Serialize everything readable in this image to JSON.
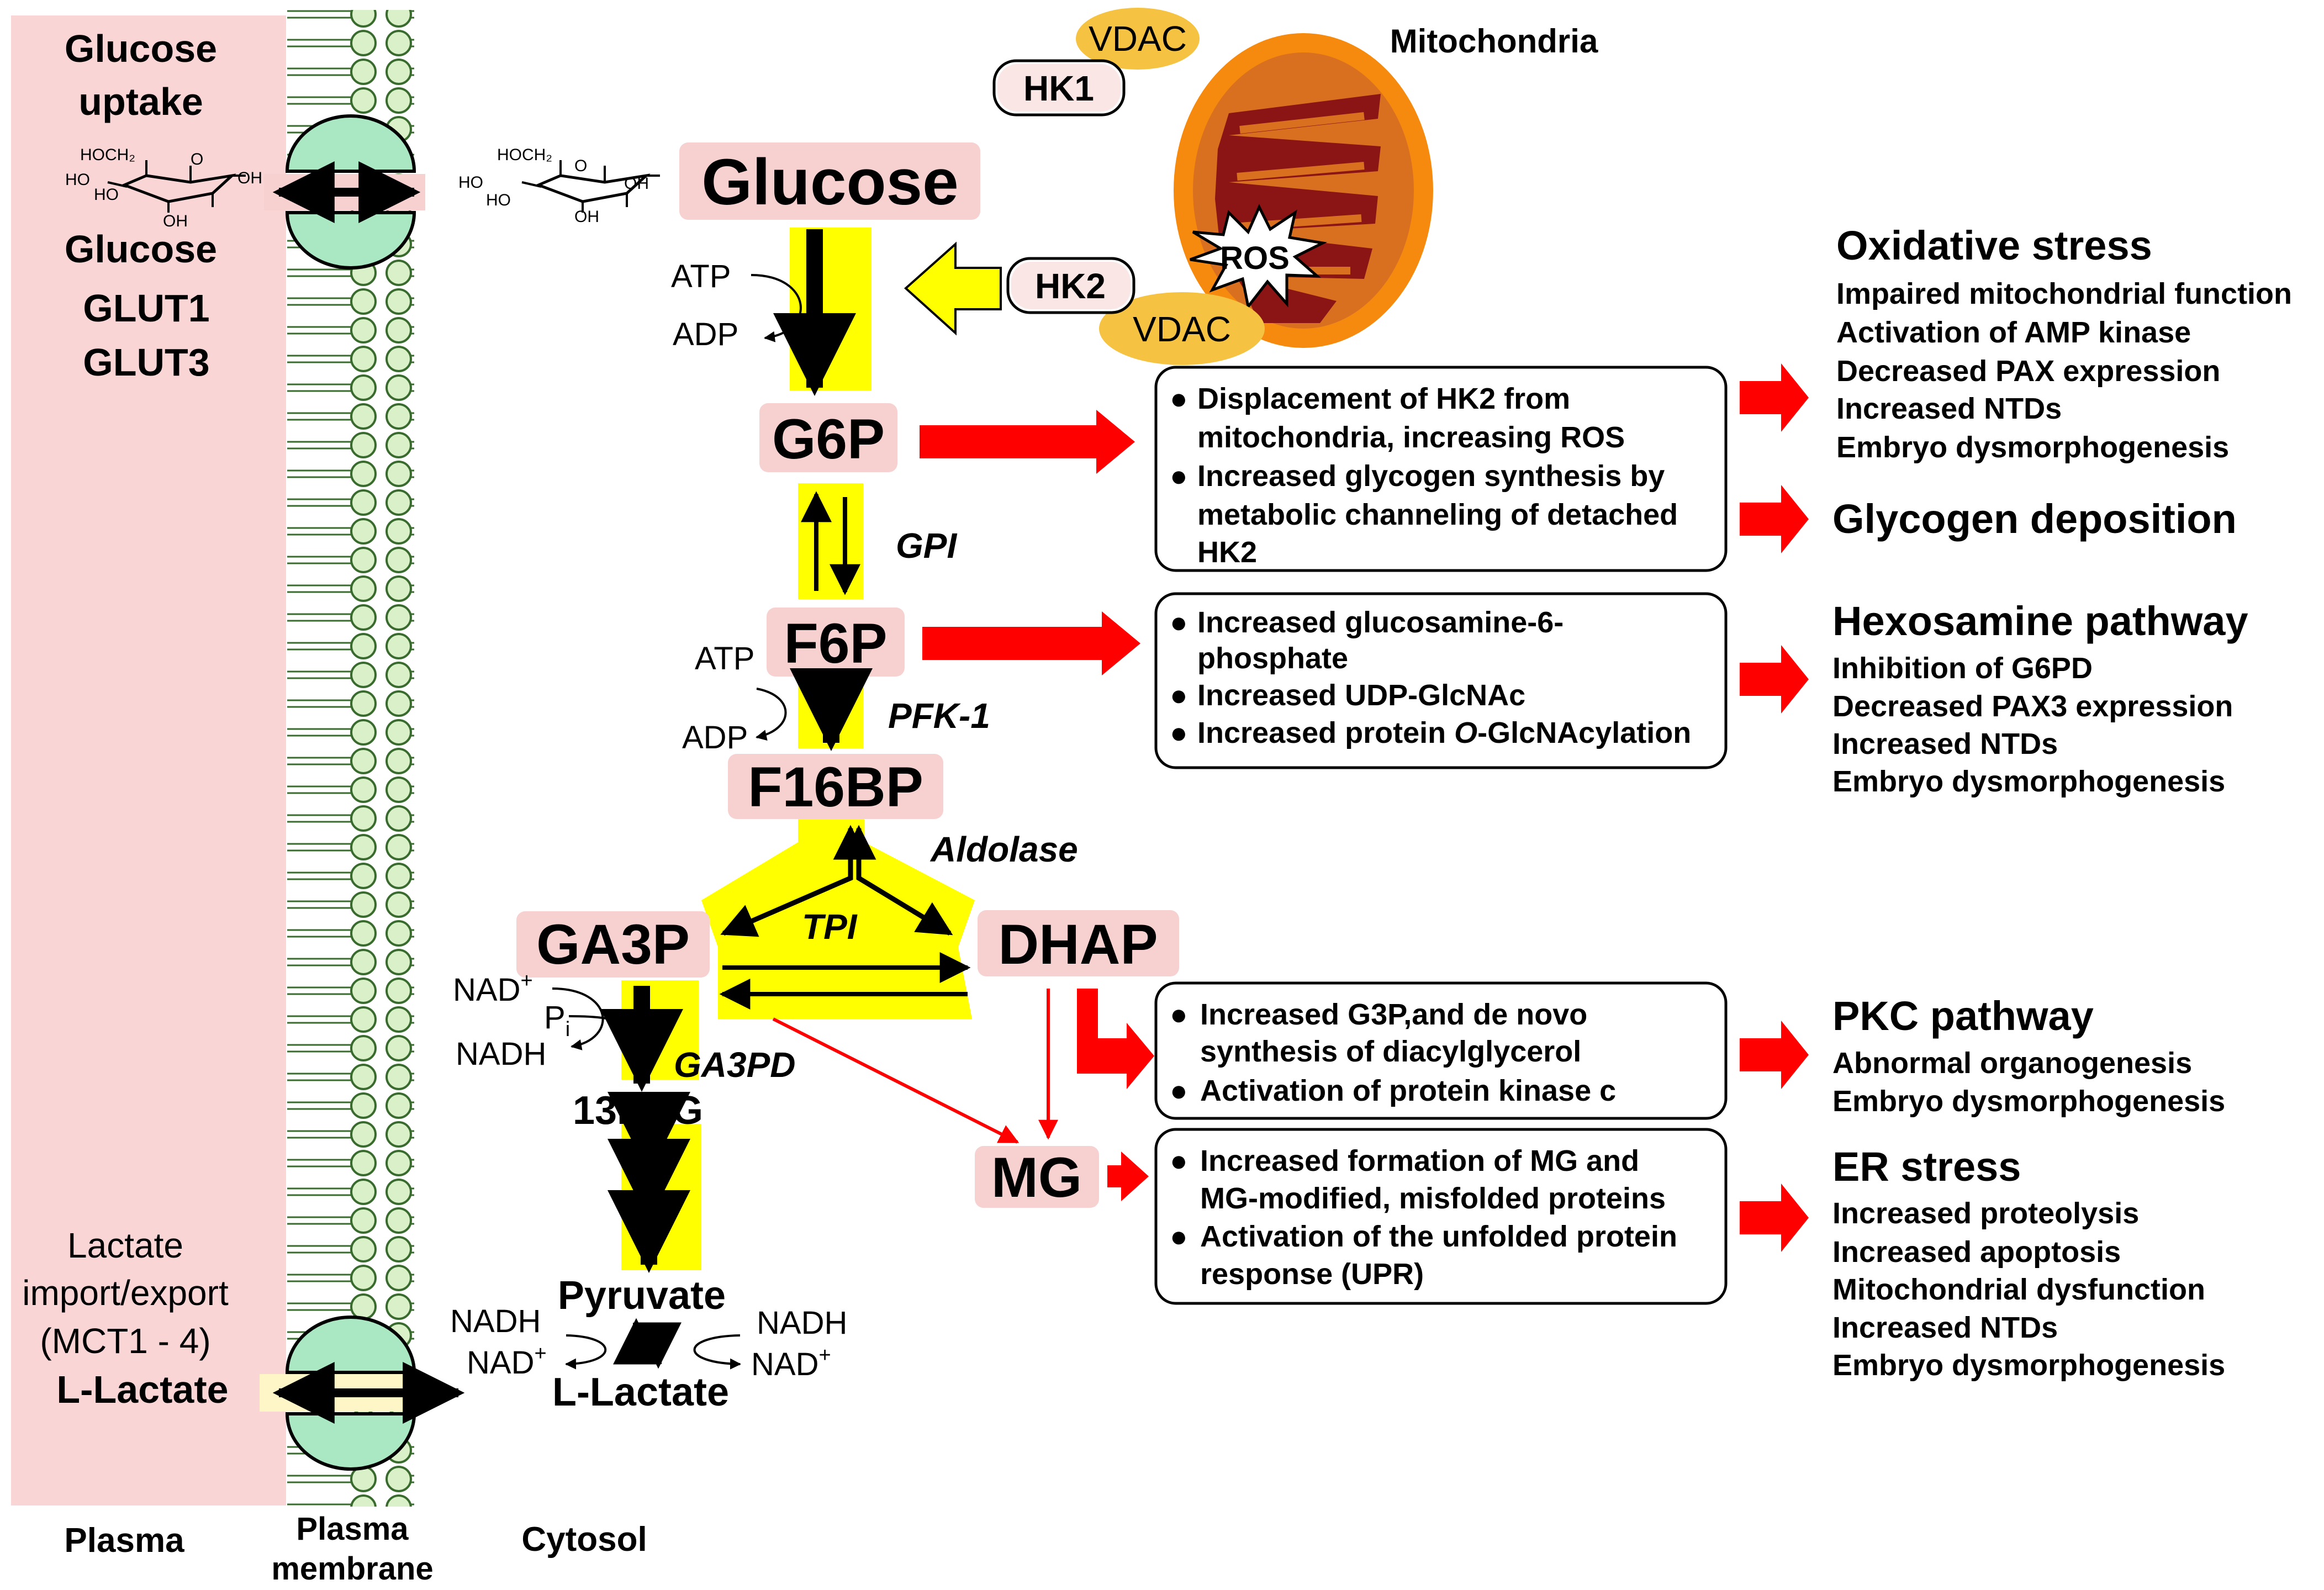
{
  "colors": {
    "plasma_bg": "#f9d5d5",
    "metabolite_box": "#f7d0d0",
    "yellow": "#ffff00",
    "red_arrow": "#ff0000",
    "membrane_head": "#d9f0c9",
    "transporter": "#aae8c3",
    "vdac": "#f5c242",
    "mito_outer": "#f58a0f",
    "mito_cristae": "#8b1414"
  },
  "left": {
    "glucose_uptake": [
      "Glucose",
      "uptake"
    ],
    "glucose_transporter": [
      "Glucose",
      "GLUT1",
      "GLUT3"
    ],
    "lactate_transport": [
      "Lactate",
      "import/export",
      "(MCT1 - 4)"
    ],
    "l_lactate": "L-Lactate"
  },
  "glucose_structure": {
    "hoch2": "HOCH₂",
    "o": "O",
    "ho": "HO",
    "oh": "OH"
  },
  "compartments": {
    "plasma": "Plasma",
    "membrane": [
      "Plasma",
      "membrane"
    ],
    "cytosol": "Cytosol"
  },
  "mito": {
    "title": "Mitochondria",
    "vdac": "VDAC",
    "hk1": "HK1",
    "hk2": "HK2",
    "ros": "ROS"
  },
  "metabolites": {
    "glucose": "Glucose",
    "g6p": "G6P",
    "f6p": "F6P",
    "f16bp": "F16BP",
    "ga3p": "GA3P",
    "dhap": "DHAP",
    "bpg": "13BPG",
    "mg": "MG",
    "pyruvate": "Pyruvate",
    "lactate": "L-Lactate"
  },
  "cofactors": {
    "atp": "ATP",
    "adp": "ADP",
    "nad_plus": "NAD",
    "plus": "+",
    "nadh": "NADH",
    "pi": "P",
    "pi_sub": "i"
  },
  "enzymes": {
    "gpi": "GPI",
    "pfk1": "PFK-1",
    "aldolase": "Aldolase",
    "tpi": "TPI",
    "ga3pd": "GA3PD"
  },
  "boxes": {
    "hk2_box": [
      "Displacement of HK2 from",
      "mitochondria, increasing ROS",
      "Increased glycogen synthesis by",
      "metabolic channeling of detached",
      "HK2"
    ],
    "f6p_box": [
      "Increased glucosamine-6-",
      "phosphate",
      "Increased UDP-GlcNAc",
      "Increased protein ",
      "O",
      "-GlcNAcylation"
    ],
    "dhap_box": [
      "Increased G3P,and de novo",
      "synthesis of diacylglycerol",
      "Activation of protein kinase c"
    ],
    "mg_box": [
      "Increased formation of MG and",
      "MG-modified, misfolded proteins",
      "Activation of the unfolded protein",
      "response (UPR)"
    ],
    "bullet": "●"
  },
  "outcomes": {
    "oxidative": {
      "title": "Oxidative stress",
      "items": [
        "Impaired mitochondrial function",
        "Activation of AMP kinase",
        "Decreased PAX expression",
        "Increased NTDs",
        "Embryo dysmorphogenesis"
      ]
    },
    "glycogen": {
      "title": "Glycogen deposition"
    },
    "hexosamine": {
      "title": "Hexosamine pathway",
      "items": [
        "Inhibition of G6PD",
        "Decreased PAX3 expression",
        "Increased NTDs",
        "Embryo dysmorphogenesis"
      ]
    },
    "pkc": {
      "title": "PKC pathway",
      "items": [
        "Abnormal organogenesis",
        "Embryo dysmorphogenesis"
      ]
    },
    "er": {
      "title": "ER stress",
      "items": [
        "Increased proteolysis",
        "Increased apoptosis",
        "Mitochondrial dysfunction",
        "Increased NTDs",
        "Embryo dysmorphogenesis"
      ]
    }
  }
}
